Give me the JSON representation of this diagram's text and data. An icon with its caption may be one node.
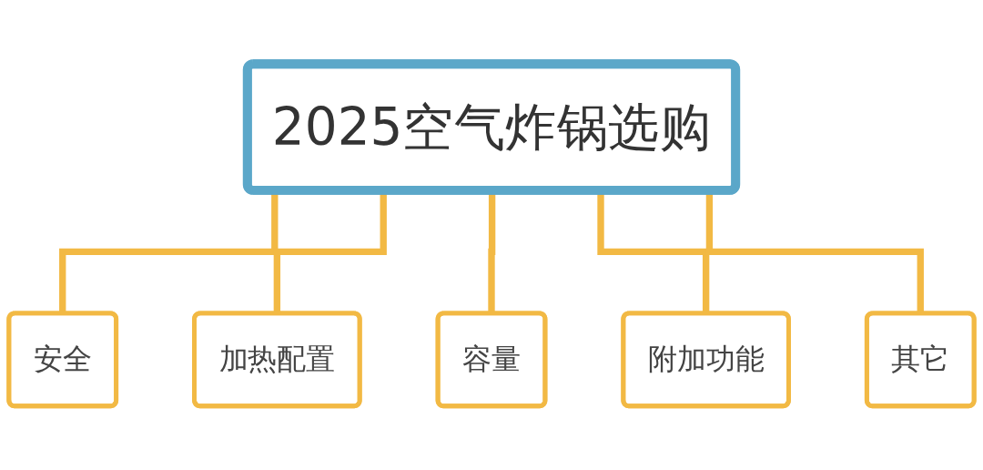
{
  "diagram": {
    "nodes": [
      {
        "text": [
          "2025空气炸锅选购"
        ]
      },
      {
        "text": [
          "安全"
        ]
      },
      {
        "text": [
          "加热配置"
        ]
      },
      {
        "text": [
          "容量"
        ]
      },
      {
        "text": [
          "附加功能"
        ]
      },
      {
        "text": [
          "其它"
        ]
      }
    ],
    "edges": [
      {
        "from": 0,
        "to": 1,
        "arrow": "none"
      },
      {
        "from": 0,
        "to": 2,
        "arrow": "none"
      },
      {
        "from": 0,
        "to": 3,
        "arrow": "none"
      },
      {
        "from": 0,
        "to": 4,
        "arrow": "none"
      },
      {
        "from": 0,
        "to": 5,
        "arrow": "none"
      }
    ]
  }
}
